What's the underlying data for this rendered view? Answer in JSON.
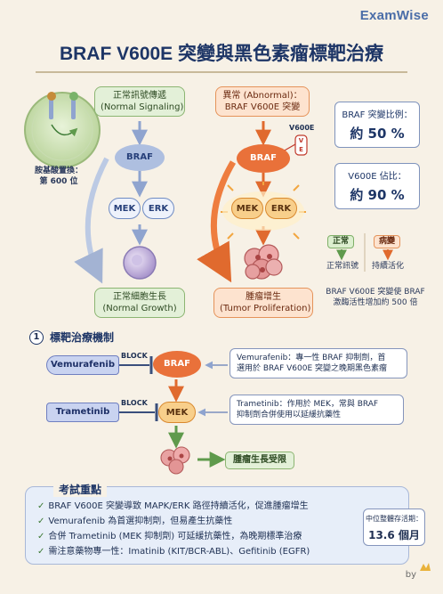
{
  "brand": "ExamWise",
  "title": "BRAF V600E 突變與黑色素瘤標靶治療",
  "normal": {
    "header_line1": "正常訊號傳遞",
    "header_line2": "(Normal Signaling)",
    "braf": "BRAF",
    "mek": "MEK",
    "erk": "ERK",
    "outcome_line1": "正常細胞生長",
    "outcome_line2": "(Normal Growth)"
  },
  "abnormal": {
    "header_line1": "異常 (Abnormal)：",
    "header_line2": "BRAF V600E 突變",
    "mutation_label": "V600E",
    "mutation_letters": [
      "V",
      "E"
    ],
    "braf": "BRAF",
    "mek": "MEK",
    "erk": "ERK",
    "outcome_line1": "腫瘤增生",
    "outcome_line2": "(Tumor Proliferation)"
  },
  "substitution": {
    "line1": "胺基酸置換：",
    "line2": "第 600 位"
  },
  "stats": [
    {
      "label": "BRAF 突變比例：",
      "value": "約 50 %"
    },
    {
      "label": "V600E 佔比：",
      "value": "約 90 %"
    }
  ],
  "legend": {
    "normal_tag": "正常",
    "abnormal_tag": "病變",
    "normal_desc": "正常訊號",
    "abnormal_desc": "持續活化"
  },
  "activity_note": {
    "line1": "BRAF V600E 突變使 BRAF",
    "line2": "激酶活性增加約 500 倍"
  },
  "section": {
    "number": "1",
    "title": "標靶治療機制"
  },
  "therapy": {
    "vemurafenib": "Vemurafenib",
    "trametinib": "Trametinib",
    "block_label": "BLOCK",
    "braf": "BRAF",
    "mek": "MEK",
    "vem_info_line1": "Vemurafenib：專一性 BRAF 抑制劑，首",
    "vem_info_line2": "選用於 BRAF V600E 突變之晚期黑色素瘤",
    "tram_info_line1": "Trametinib：作用於 MEK，常與 BRAF",
    "tram_info_line2": "抑制劑合併使用以延緩抗藥性",
    "result": "腫瘤生長受限"
  },
  "key_points": {
    "title": "考試重點",
    "items": [
      "BRAF V600E 突變導致 MAPK/ERK 路徑持續活化，促進腫瘤增生",
      "Vemurafenib 為首選抑制劑，但易產生抗藥性",
      "合併 Trametinib (MEK 抑制劑) 可延緩抗藥性，為晚期標準治療",
      "需注意藥物專一性：Imatinib (KIT/BCR-ABL)、Gefitinib (EGFR)"
    ],
    "survival_label": "中位整體存活期：",
    "survival_value": "13.6 個月"
  },
  "byline": "by"
}
